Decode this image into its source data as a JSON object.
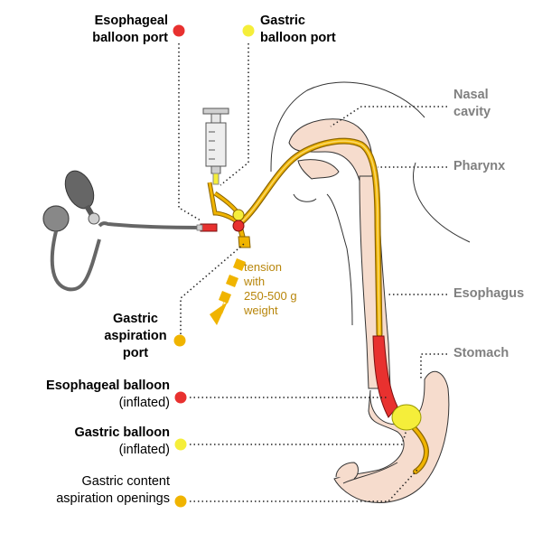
{
  "labels": {
    "esophageal_port": [
      "Esophageal",
      "balloon port"
    ],
    "gastric_port": [
      "Gastric",
      "balloon port"
    ],
    "gastric_aspiration_port": [
      "Gastric",
      "aspiration",
      "port"
    ],
    "esophageal_balloon": {
      "name": "Esophageal balloon",
      "state": "(inflated)"
    },
    "gastric_balloon": {
      "name": "Gastric balloon",
      "state": "(inflated)"
    },
    "aspiration_openings": [
      "Gastric content",
      "aspiration openings"
    ],
    "nasal_cavity": [
      "Nasal",
      "cavity"
    ],
    "pharynx": "Pharynx",
    "esophagus": "Esophagus",
    "stomach": "Stomach",
    "tension": [
      "tension",
      "with",
      "250-500 g",
      "weight"
    ]
  },
  "colors": {
    "esophageal": "#e8312f",
    "gastric": "#f5ee3a",
    "aspiration": "#f0b400",
    "tube": "#e5ad10",
    "tissue": "#f6dccd",
    "callout_text": "#808080",
    "tension_text": "#b8860b"
  }
}
